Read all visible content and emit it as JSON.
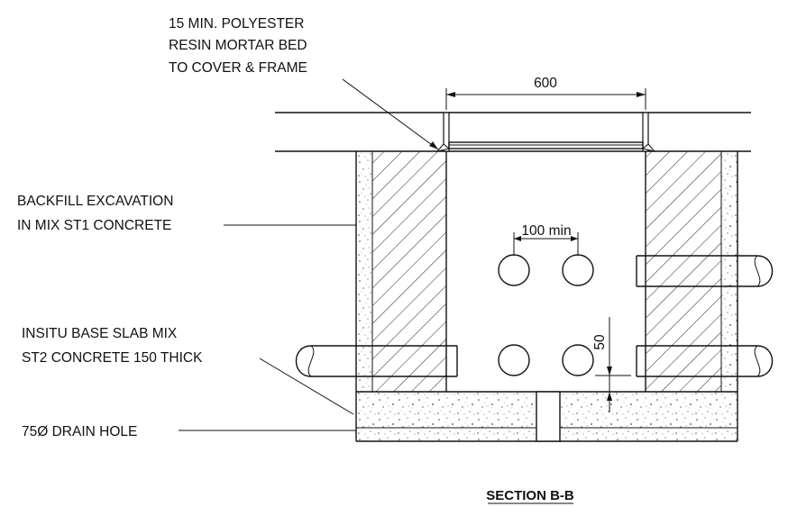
{
  "labels": {
    "mortar_line1": "15 MIN. POLYESTER",
    "mortar_line2": "RESIN MORTAR BED",
    "mortar_line3": "TO COVER & FRAME",
    "backfill_line1": "BACKFILL EXCAVATION",
    "backfill_line2": "IN MIX ST1 CONCRETE",
    "base_line1": "INSITU BASE SLAB MIX",
    "base_line2": "ST2 CONCRETE 150 THICK",
    "drain": "75Ø DRAIN HOLE"
  },
  "dimensions": {
    "opening": "600",
    "duct_spacing": "100 min",
    "base_clearance": "50"
  },
  "title": "SECTION B-B"
}
